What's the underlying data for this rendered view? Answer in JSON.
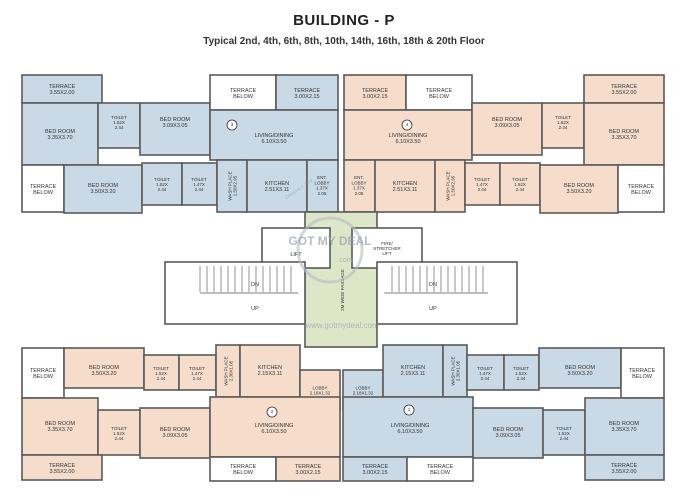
{
  "header": {
    "title": "BUILDING - P",
    "subtitle": "Typical 2nd, 4th, 6th, 8th, 10th, 14th, 16th, 18th & 20th Floor"
  },
  "colors": {
    "blue": "#c9d9e6",
    "peach": "#f6dccb",
    "wall": "#5a5a5a",
    "core": "#ffffff",
    "corridor": "#dde7c8"
  },
  "labels": {
    "terrace": "TERRACE",
    "terrace_below": "TERRACE\nBELOW",
    "bedroom": "BED ROOM",
    "toilet": "TOILET",
    "living": "LIVING/DINING",
    "kitchen": "KITCHEN",
    "lobby": "LOBBY",
    "ent_lobby": "ENT.\nLOBBY",
    "wash": "WASH PLACE",
    "lift": "LIFT",
    "fire_lift": "FIRE/\nSTRETCHER\nLIFT",
    "up": "UP",
    "dn": "DN",
    "core_text": "2M WIDE PASSAGE"
  },
  "units": [
    {
      "id": "3",
      "color": "blue"
    },
    {
      "id": "4",
      "color": "peach"
    },
    {
      "id": "2",
      "color": "peach"
    },
    {
      "id": "1",
      "color": "blue"
    }
  ],
  "dims": {
    "terrace_355x200": "3.55X2.00",
    "terrace_300x215": "3.00X2.15",
    "bed_335x370": "3.35X3.70",
    "bed_309x305": "3.09X3.05",
    "bed_350x320": "3.50X3.20",
    "toilet_152x244": "1.52X\n2.44",
    "toilet_147x244": "1.47X\n2.44",
    "living_610x350": "6.10X3.50",
    "kitchen_251x311": "2.51X3.11",
    "kitchen_215x311": "2.15X3.11",
    "entlobby_137x205": "1.37X\n2.05",
    "lobby_218x132": "2.18X1.32",
    "wash_150x295": "1.50X2.95",
    "wash_230x105": "2.30X1.05"
  },
  "watermark": {
    "brand": "GOT MY DEAL",
    "sub": ".com",
    "url": "www.gotmydeal.com",
    "diag": "Dreams ◊ Your"
  }
}
